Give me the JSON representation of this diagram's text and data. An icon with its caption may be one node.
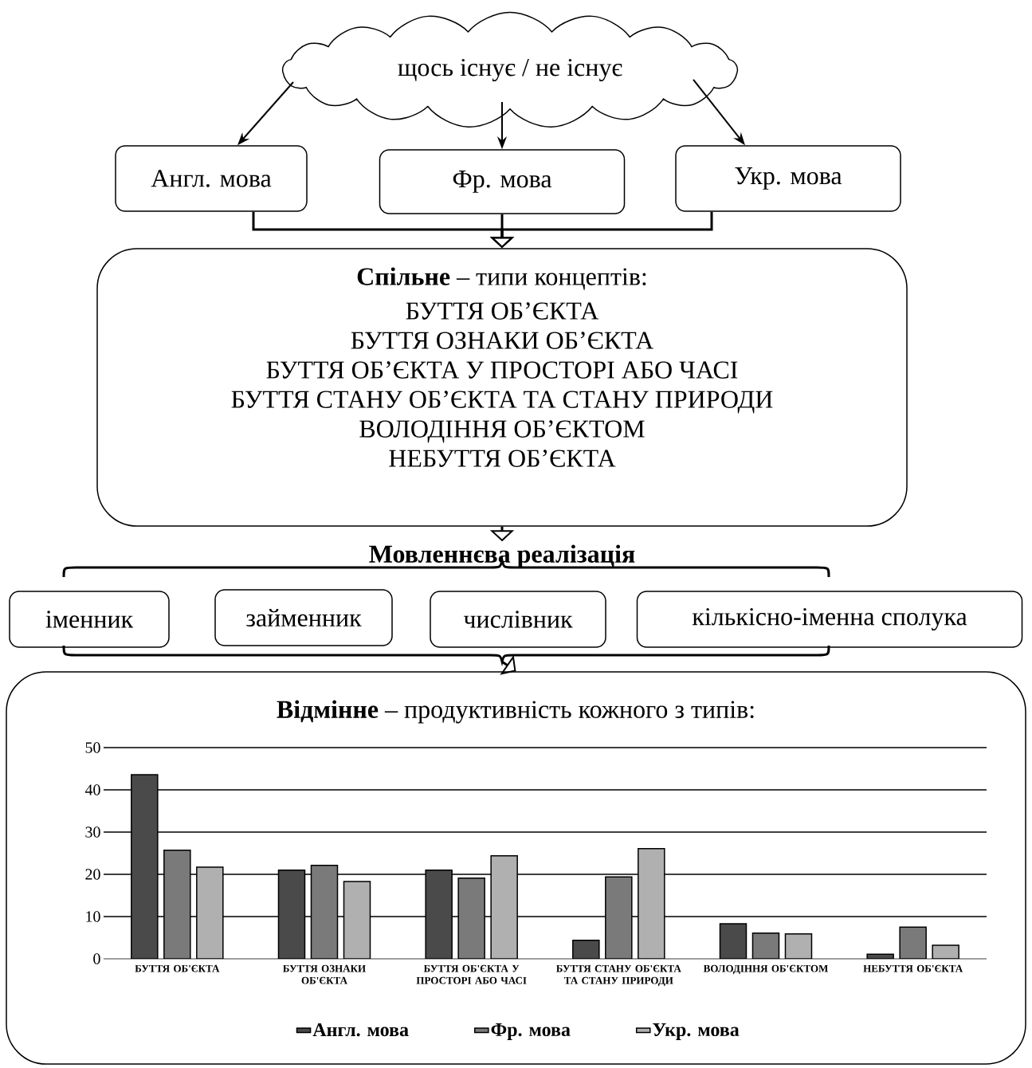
{
  "diagram": {
    "nodes": [
      {
        "text": [
          "щось існує / не існує"
        ]
      },
      {
        "text": [
          "Англ. мова"
        ]
      },
      {
        "text": [
          "Фр. мова"
        ]
      },
      {
        "text": [
          "Укр. мова"
        ]
      },
      {
        "text": [
          "**Спільне** – типи концептів:",
          "БУТТЯ ОБ’ЄКТА",
          "БУТТЯ ОЗНАКИ ОБ’ЄКТА",
          "БУТТЯ ОБ’ЄКТА У ПРОСТОРІ АБО ЧАСІ",
          "БУТТЯ СТАНУ ОБ’ЄКТА ТА СТАНУ ПРИРОДИ",
          "ВОЛОДІННЯ ОБ’ЄКТОМ",
          "НЕБУТТЯ ОБ’ЄКТА"
        ]
      },
      {
        "text": [
          "Мовленнєва реалізація"
        ]
      },
      {
        "text": [],
        "shape": "brace"
      },
      {
        "text": [
          "іменник"
        ]
      },
      {
        "text": [
          "займенник"
        ]
      },
      {
        "text": [
          "числівник"
        ]
      },
      {
        "text": [
          "кількісно-іменна сполука"
        ]
      },
      {
        "text": [],
        "shape": "brace"
      },
      {
        "text": [
          "**Відмінне** – продуктивність кожного з типів:"
        ]
      }
    ],
    "edges": [
      {
        "from": 0,
        "to": 1,
        "arrow": "to"
      },
      {
        "from": 0,
        "to": 2,
        "arrow": "to"
      },
      {
        "from": 0,
        "to": 3,
        "arrow": "to"
      },
      {
        "from": 1,
        "to": 4,
        "arrow": "to"
      },
      {
        "from": 2,
        "to": 4,
        "arrow": "to"
      },
      {
        "from": 3,
        "to": 4,
        "arrow": "to"
      },
      {
        "from": 4,
        "to": 5,
        "arrow": "to"
      },
      {
        "from": 11,
        "to": 12,
        "arrow": "to"
      }
    ],
    "chart_data": {
      "type": "bar",
      "categories": [
        "БУТТЯ ОБ'ЄКТА",
        "БУТТЯ ОЗНАКИ ОБ'ЄКТА",
        "БУТТЯ ОБ'ЄКТА У ПРОСТОРІ АБО ЧАСІ",
        "БУТТЯ СТАНУ ОБ'ЄКТА ТА СТАНУ ПРИРОДИ",
        "ВОЛОДІННЯ ОБ'ЄКТОМ",
        "НЕБУТТЯ ОБ'ЄКТА"
      ],
      "series": [
        {
          "name": "Англ. мова",
          "color": "#4a4a4a",
          "values": [
            43.6,
            21,
            21,
            4.4,
            8.3,
            1.1
          ]
        },
        {
          "name": "Фр. мова",
          "color": "#7a7a7a",
          "values": [
            25.7,
            22.1,
            19.1,
            19.4,
            6.1,
            7.5
          ]
        },
        {
          "name": "Укр. мова",
          "color": "#b0b0b0",
          "values": [
            21.7,
            18.3,
            24.4,
            26.1,
            5.9,
            3.2
          ]
        }
      ],
      "ylim": [
        0,
        50
      ],
      "yticks": [
        0,
        10,
        20,
        30,
        40,
        50
      ],
      "grid": true,
      "legend": "bottom"
    }
  }
}
